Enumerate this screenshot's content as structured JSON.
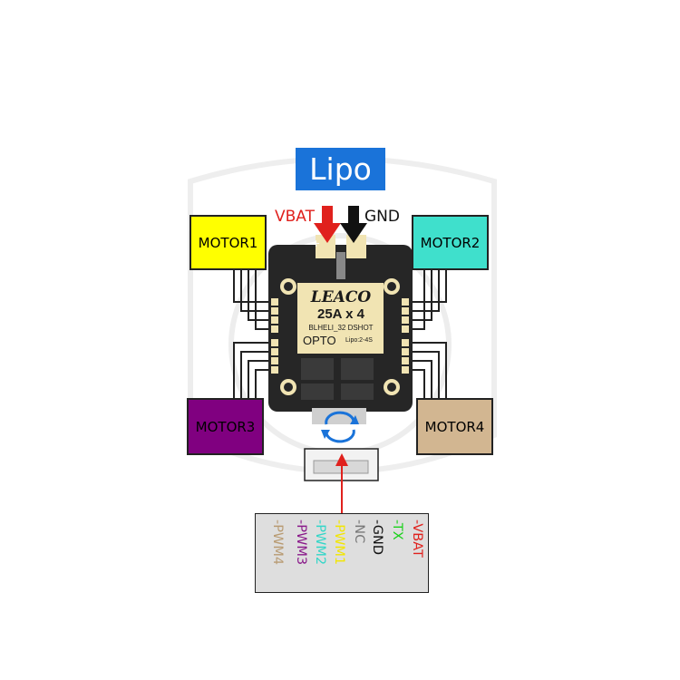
{
  "diagram": {
    "power_label": "Lipo",
    "vbat_label": "VBAT",
    "gnd_label": "GND",
    "motors": {
      "m1": "MOTOR1",
      "m2": "MOTOR2",
      "m3": "MOTOR3",
      "m4": "MOTOR4"
    },
    "board": {
      "brand": "LEACO",
      "rating": "25A x 4",
      "firmware": "BLHELI_32 DSHOT",
      "isolation": "OPTO",
      "lipo_range": "Lipo:2-4S",
      "plus_mark": "+",
      "minus_mark": "-"
    },
    "pins": [
      {
        "label": "-VBAT",
        "color": "#e0211d"
      },
      {
        "label": "-TX",
        "color": "#19d119"
      },
      {
        "label": "-GND",
        "color": "#111111"
      },
      {
        "label": "-NC",
        "color": "#777777"
      },
      {
        "label": "-PWM1",
        "color": "#f2e600"
      },
      {
        "label": "-PWM2",
        "color": "#33d6c8"
      },
      {
        "label": "-PWM3",
        "color": "#8a1a8a"
      },
      {
        "label": "-PWM4",
        "color": "#b89b72"
      }
    ],
    "colors": {
      "power_box": "#1a73d9",
      "vbat_arrow": "#e0211d",
      "gnd_arrow": "#111111",
      "motor1": "#ffff00",
      "motor2": "#3fe0cc",
      "motor3": "#800080",
      "motor4": "#d2b691",
      "pcb": "#262626",
      "gold_pad": "#f1e4b3"
    }
  }
}
